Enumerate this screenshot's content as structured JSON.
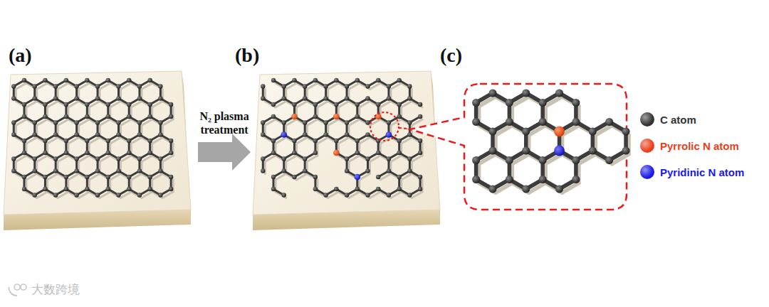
{
  "diagram": {
    "labels": [
      "(a)",
      "(b)",
      "(c)",
      "N₂ plasma treatment",
      "大数跨境"
    ],
    "legend": [
      {
        "text": "C atom",
        "color": "#333333"
      },
      {
        "text": "Pyrrolic N atom",
        "color": "#e8401a"
      },
      {
        "text": "Pyridinic N atom",
        "color": "#1a1ae6"
      }
    ]
  }
}
